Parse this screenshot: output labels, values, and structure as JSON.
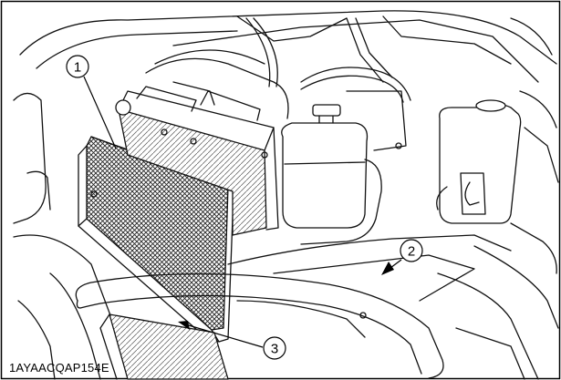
{
  "figure": {
    "id_code": "1AYAACQAP154E",
    "callouts": [
      {
        "number": "1"
      },
      {
        "number": "2"
      },
      {
        "number": "3"
      }
    ]
  }
}
